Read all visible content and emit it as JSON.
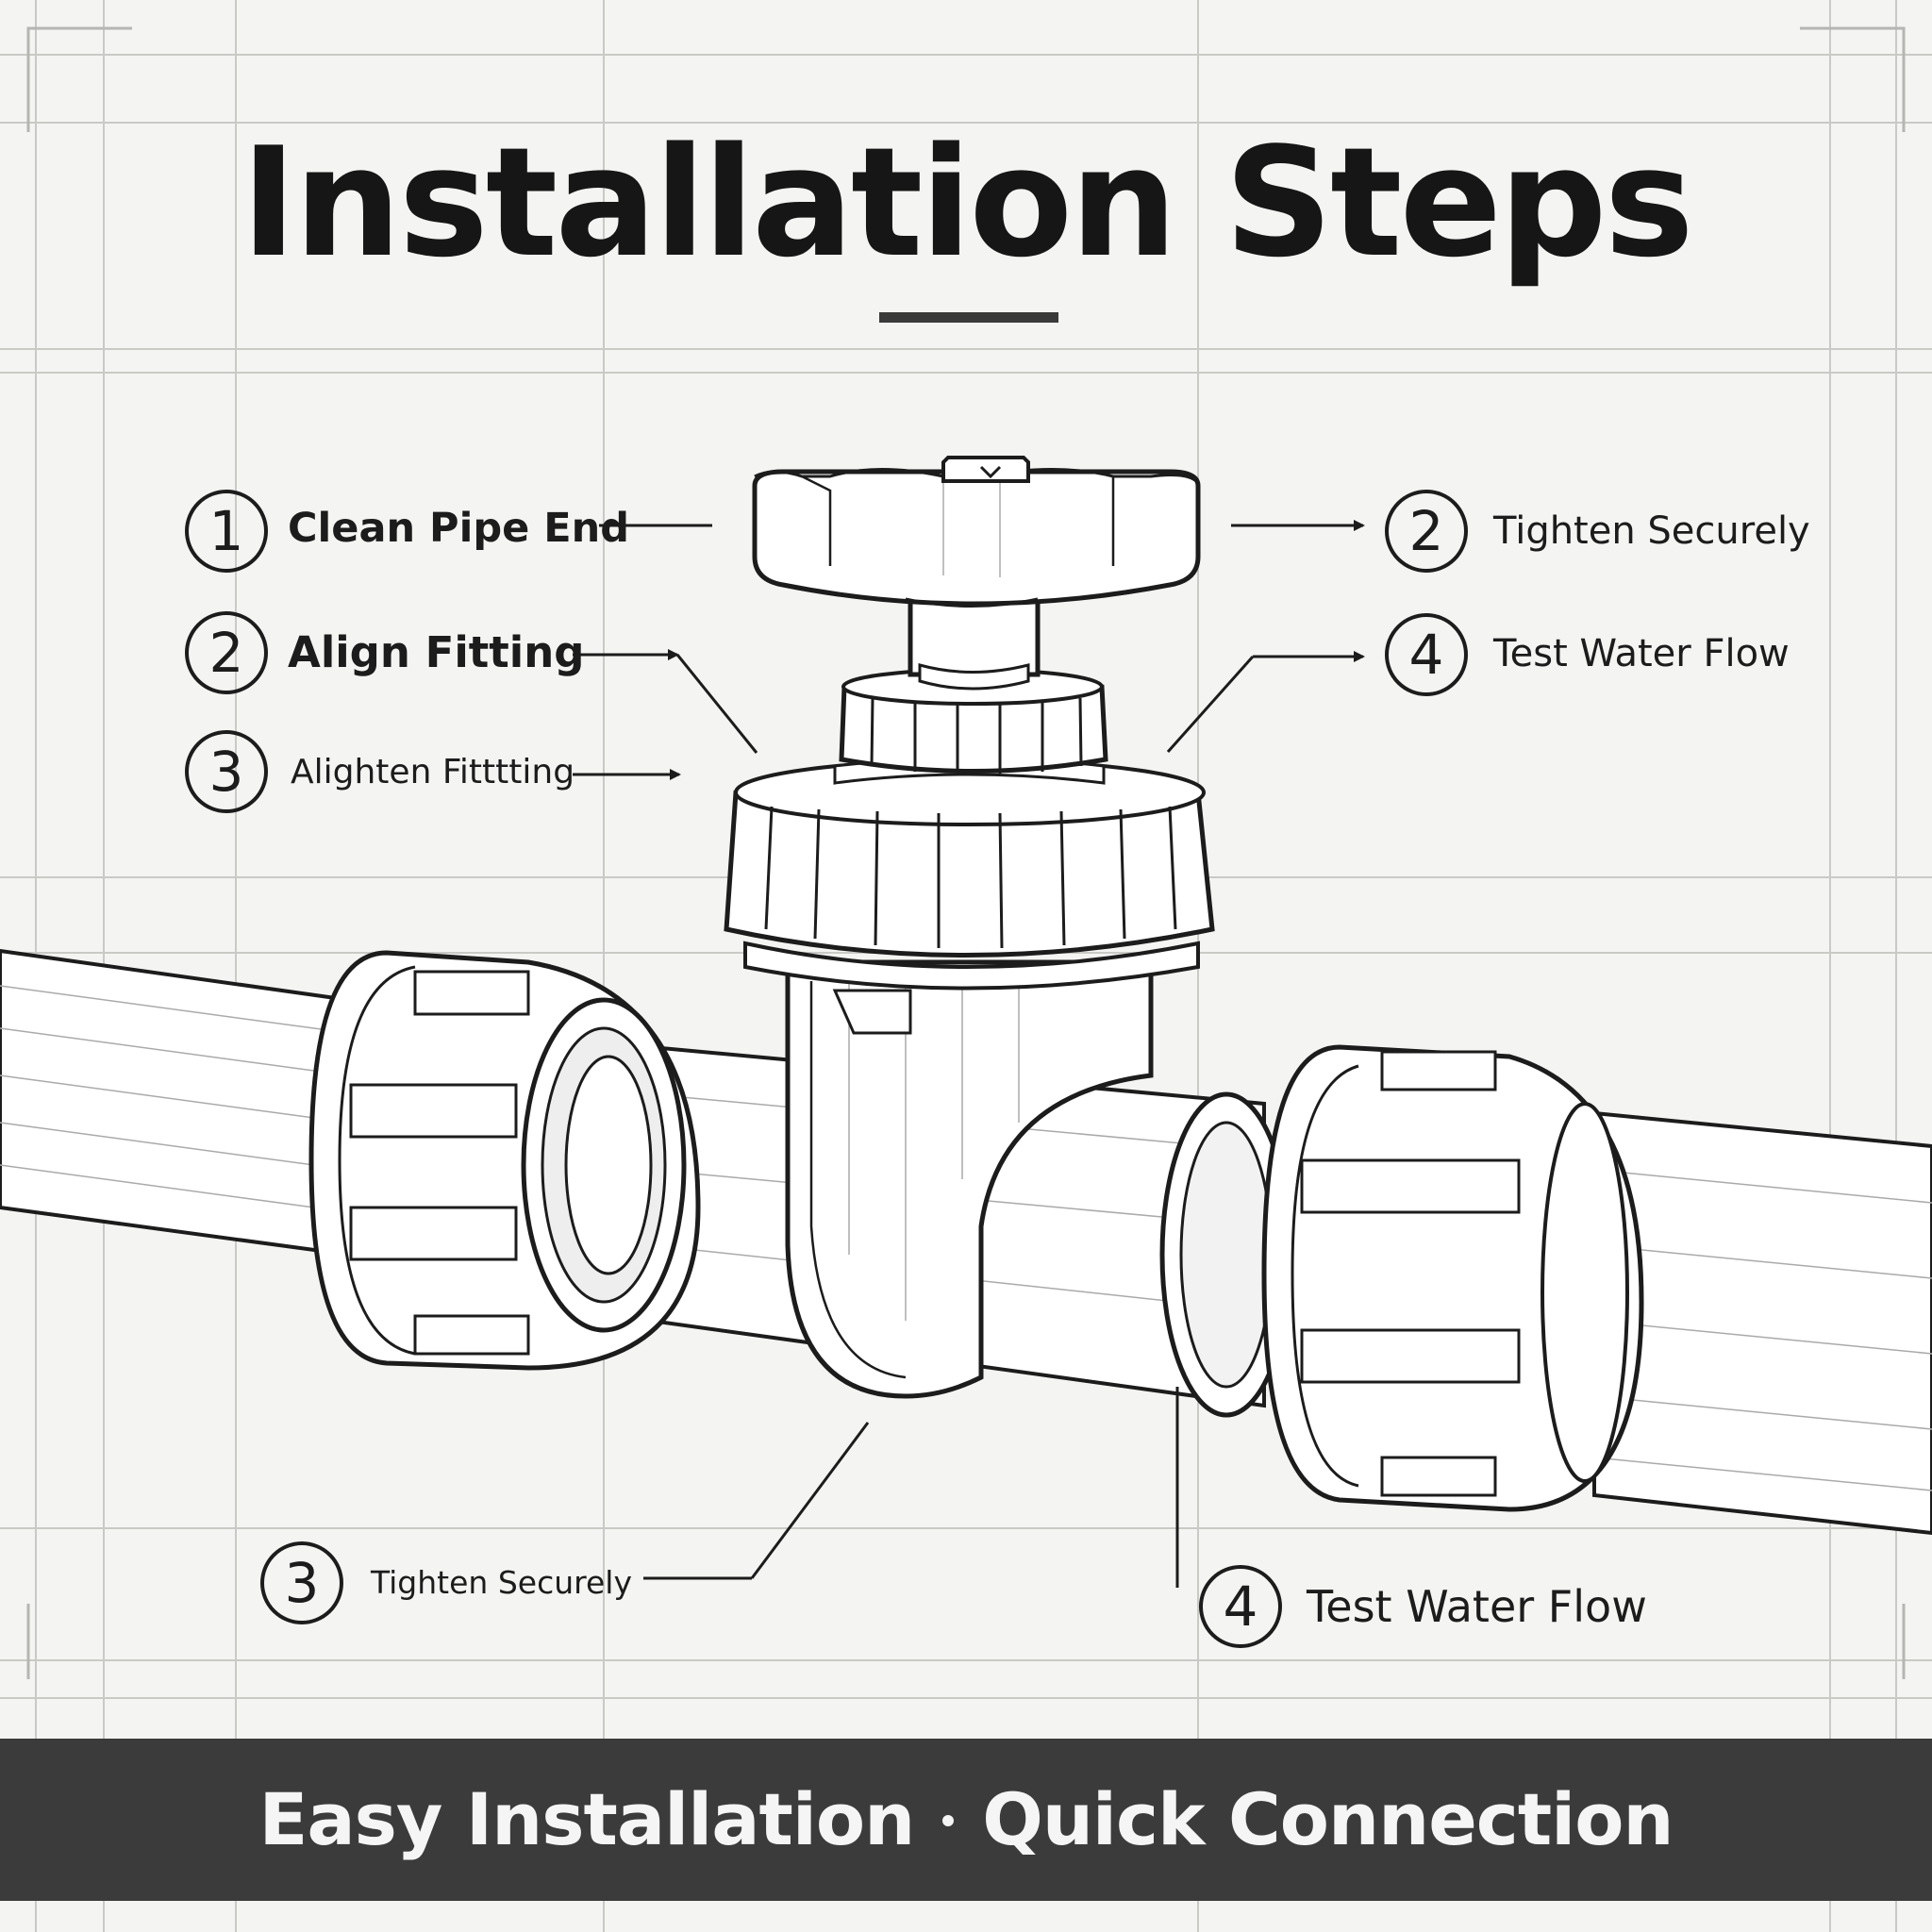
{
  "title": "Installation Steps",
  "steps": [
    {
      "number": "1",
      "label": "Clean Pipe End"
    },
    {
      "number": "2",
      "label": "Align Fitting"
    },
    {
      "number": "3",
      "label": "Alighten Fitttting"
    },
    {
      "number": "2",
      "label": "Tighten Securely"
    },
    {
      "number": "4",
      "label": "Test Water Flow"
    },
    {
      "number": "3",
      "label": "Tighten Securely"
    },
    {
      "number": "4",
      "label": "Test Water Flow"
    }
  ],
  "banner": {
    "left": "Easy Installation",
    "right": "Quick Connection"
  }
}
